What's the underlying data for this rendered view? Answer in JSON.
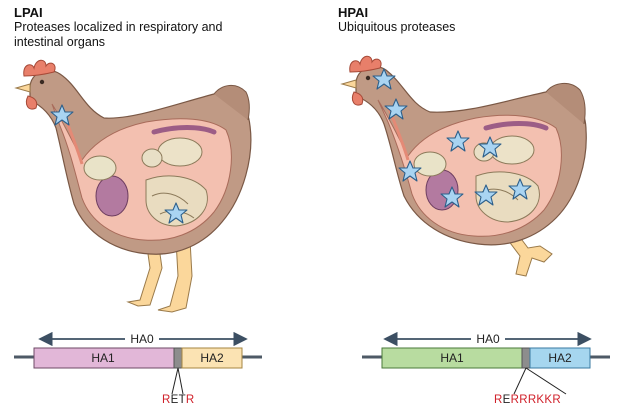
{
  "left": {
    "title": "LPAI",
    "subtitle": "Proteases localized in respiratory and intestinal organs",
    "ha0": "HA0",
    "ha1": "HA1",
    "ha2": "HA2",
    "ha1_color": "#e2b7d8",
    "ha2_color": "#fbe3b3",
    "cleavage_site": [
      "R",
      "E",
      "T",
      "R"
    ],
    "cleavage_colors": [
      "red",
      "dark",
      "dark",
      "red"
    ]
  },
  "right": {
    "title": "HPAI",
    "subtitle": "Ubiquitous proteases",
    "ha0": "HA0",
    "ha1": "HA1",
    "ha2": "HA2",
    "ha1_color": "#b8dca0",
    "ha2_color": "#a6d6ef",
    "cleavage_site": [
      "R",
      "E",
      "R",
      "R",
      "R",
      "K",
      "K",
      "R"
    ],
    "cleavage_colors": [
      "red",
      "dark",
      "red",
      "red",
      "red",
      "red",
      "red",
      "red"
    ]
  },
  "colors": {
    "chicken_body": "#c09a85",
    "comb": "#e87f6a",
    "organs_bg": "#f3c0b0",
    "star": "#a9d4f2",
    "legs": "#fbd79b",
    "linker": "#8d8d8d",
    "arrow": "#3c4f63"
  }
}
